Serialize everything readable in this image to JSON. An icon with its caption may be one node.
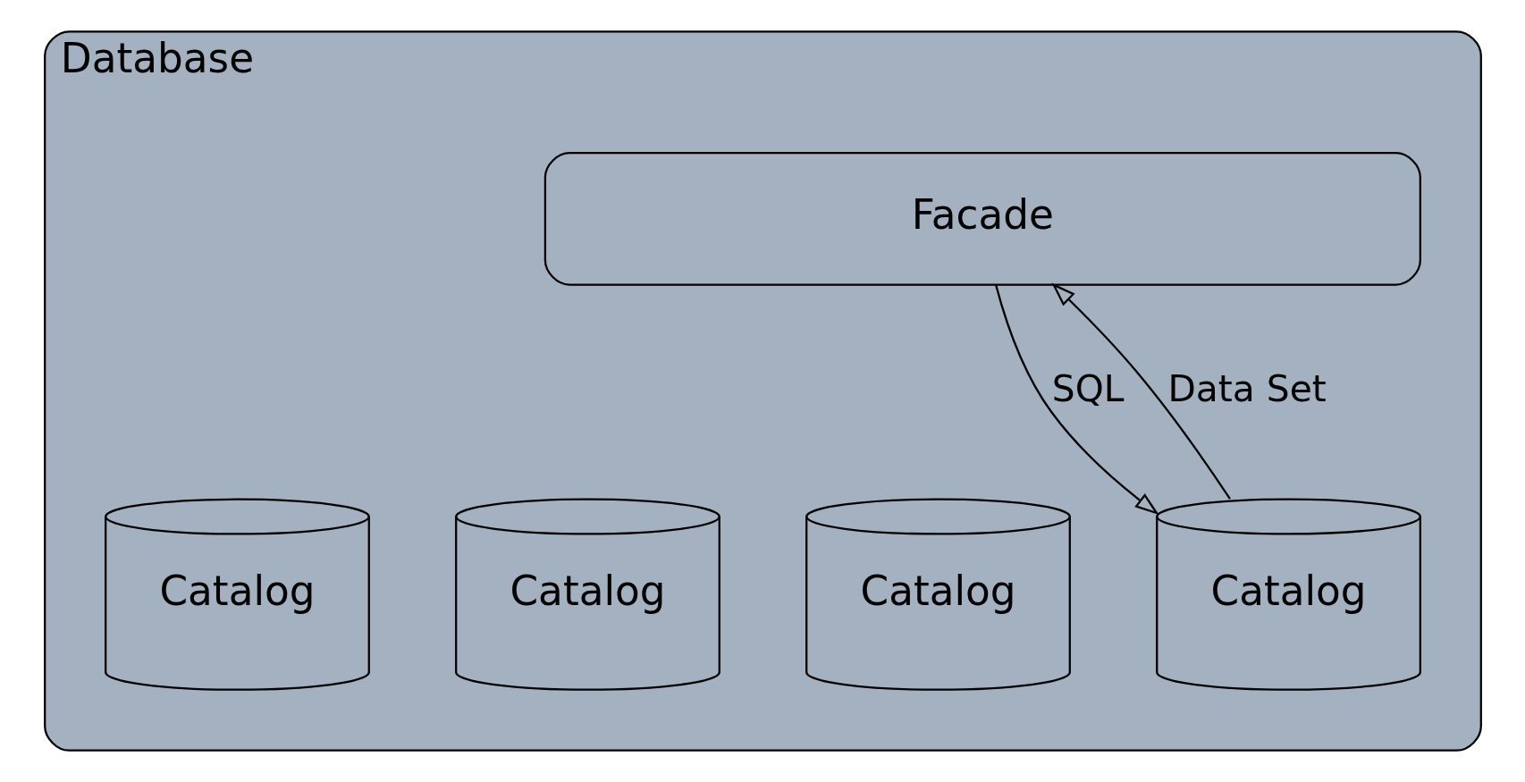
{
  "diagram": {
    "nodes": [
      {
        "text": [
          "Database"
        ]
      },
      {
        "text": [
          "Facade"
        ],
        "in": 0
      },
      {
        "text": [
          "Catalog"
        ],
        "in": 0
      },
      {
        "text": [
          "Catalog"
        ],
        "in": 0
      },
      {
        "text": [
          "Catalog"
        ],
        "in": 0
      },
      {
        "text": [
          "Catalog"
        ],
        "in": 0
      }
    ],
    "edges": [
      {
        "from": 1,
        "to": 3,
        "arrow": "to",
        "label": "SQL"
      },
      {
        "from": 3,
        "to": 1,
        "arrow": "to",
        "label": "Data Set"
      }
    ]
  }
}
